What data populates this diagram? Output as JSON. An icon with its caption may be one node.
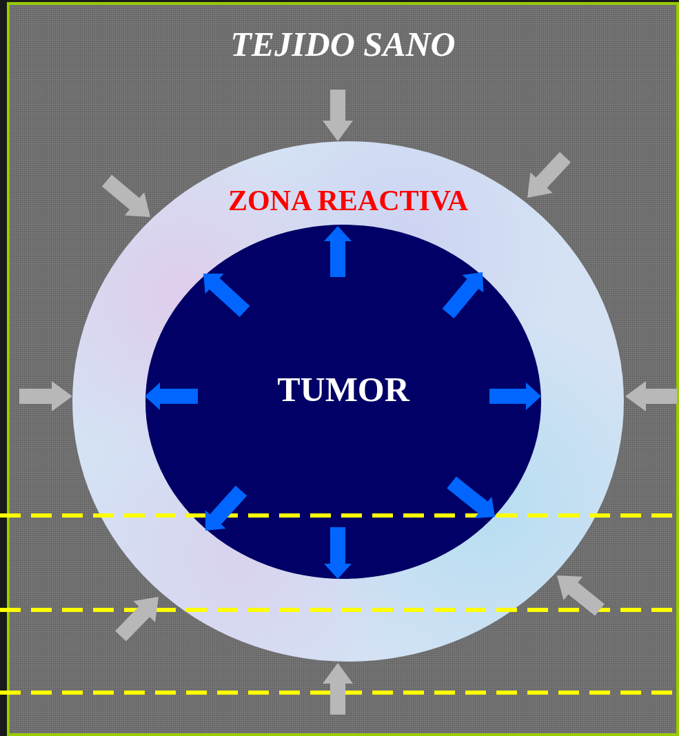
{
  "diagram": {
    "nodes": [
      {
        "text": [
          "TEJIDO SANO"
        ]
      },
      {
        "text": [
          "ZONA REACTIVA"
        ],
        "in": 0
      },
      {
        "text": [
          "TUMOR"
        ],
        "in": 1
      }
    ]
  }
}
